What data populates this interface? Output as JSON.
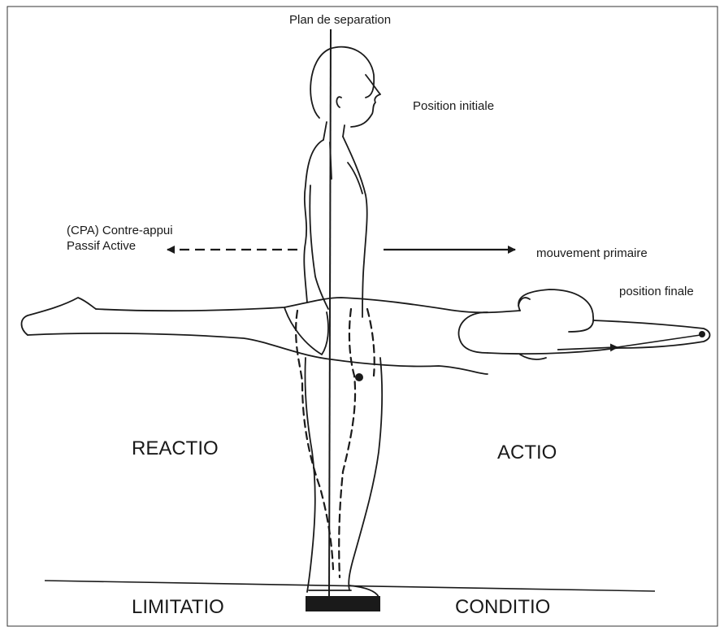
{
  "labels": {
    "separation_plane": "Plan de separation",
    "initial_position": "Position initiale",
    "counter_support_line1": "(CPA) Contre-appui",
    "counter_support_line2": "Passif Active",
    "primary_movement": "mouvement primaire",
    "final_position": "position finale"
  },
  "quadrants": {
    "reaction": "REACTIO",
    "action": "ACTIO",
    "limitation": "LIMITATIO",
    "condition": "CONDITIO"
  }
}
